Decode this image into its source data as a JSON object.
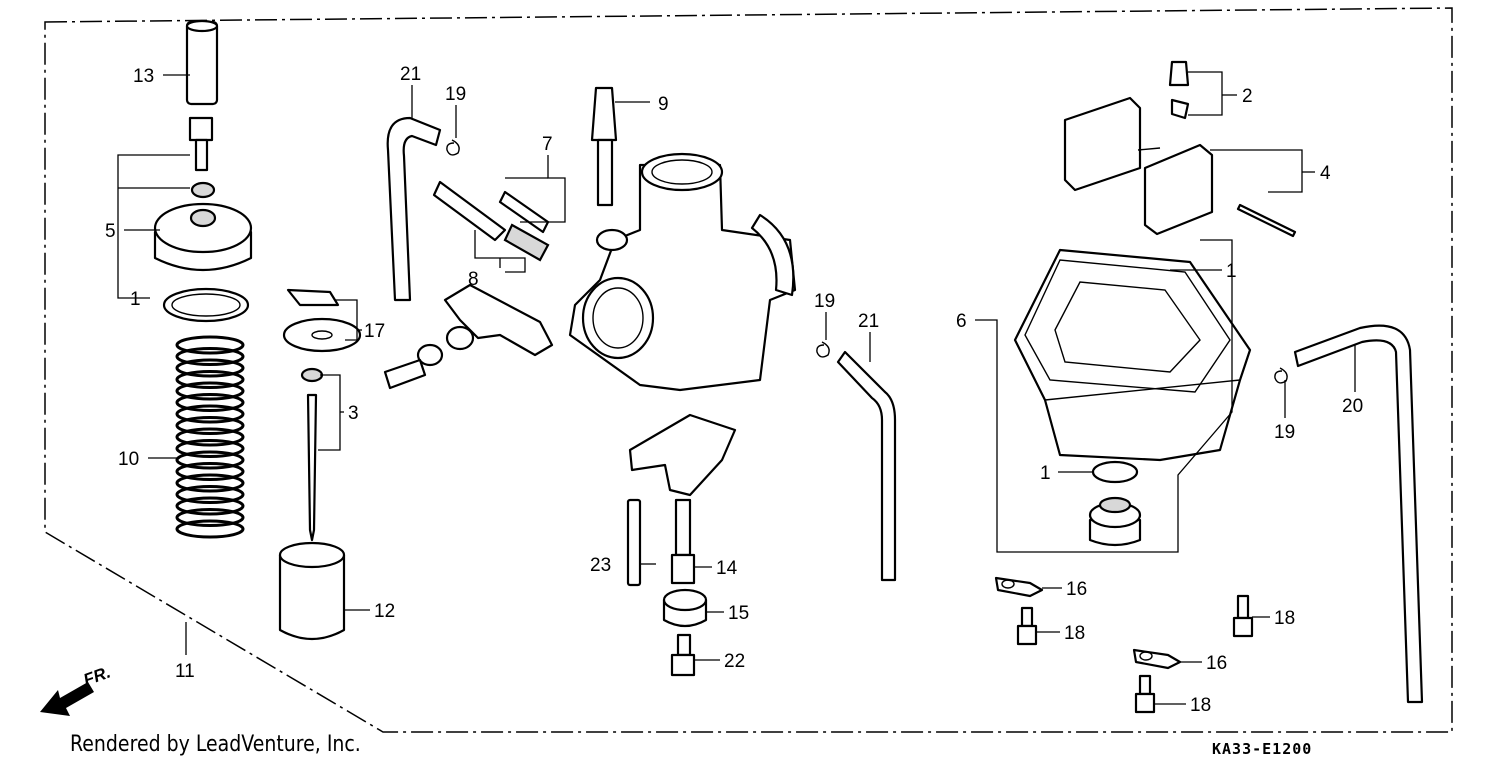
{
  "diagram": {
    "callouts": {
      "c13": "13",
      "c5": "5",
      "c1a": "1",
      "c10": "10",
      "c17": "17",
      "c3": "3",
      "c12": "12",
      "c11": "11",
      "c21a": "21",
      "c19a": "19",
      "c7": "7",
      "c8": "8",
      "c9": "9",
      "c23": "23",
      "c14": "14",
      "c15": "15",
      "c22": "22",
      "c19b": "19",
      "c21b": "21",
      "c2": "2",
      "c4": "4",
      "c6": "6",
      "c1b": "1",
      "c1c": "1",
      "c19c": "19",
      "c20": "20",
      "c16a": "16",
      "c18a": "18",
      "c18b": "18",
      "c16b": "16",
      "c18c": "18"
    },
    "direction_label": "FR."
  },
  "footer": {
    "credit": "Rendered by LeadVenture, Inc.",
    "code": "KA33-E1200"
  },
  "icons": {
    "direction_arrow": "front-direction-arrow-icon"
  }
}
